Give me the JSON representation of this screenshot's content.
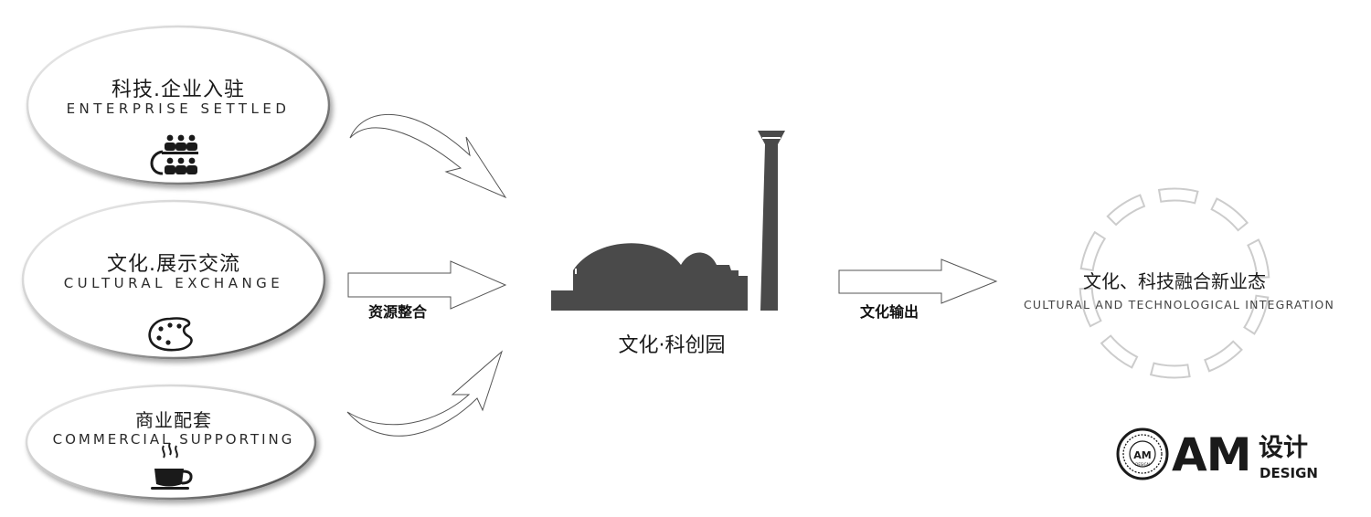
{
  "inputs": [
    {
      "title_cn": "科技.企业入驻",
      "title_en": "ENTERPRISE SETTLED",
      "icon": "meeting-people-icon"
    },
    {
      "title_cn": "文化.展示交流",
      "title_en": "CULTURAL EXCHANGE",
      "icon": "paint-palette-icon"
    },
    {
      "title_cn": "商业配套",
      "title_en": "COMMERCIAL SUPPORTING",
      "icon": "coffee-cup-icon"
    }
  ],
  "flows": {
    "integration_label": "资源整合",
    "output_label": "文化输出"
  },
  "center": {
    "label": "文化·科创园",
    "icon": "factory-chimney-icon"
  },
  "result": {
    "title_cn": "文化、科技融合新业态",
    "title_en": "CULTURAL AND TECHNOLOGICAL INTEGRATION"
  },
  "brand": {
    "mark": "AM",
    "name_cn": "设计",
    "name_en": "DESIGN",
    "seal_text": "AM",
    "seal_sub": "DESIGN"
  },
  "colors": {
    "silhouette": "#4a4a4a",
    "ring_dash": "#cccccc",
    "text": "#1a1a1a"
  }
}
